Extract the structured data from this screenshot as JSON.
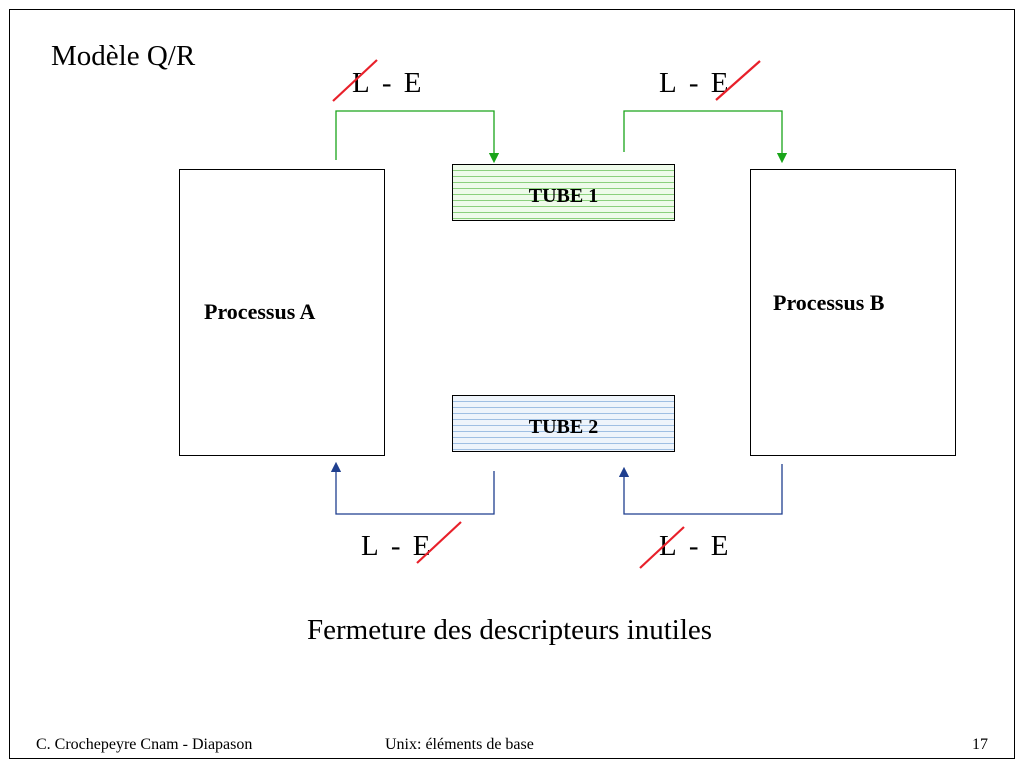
{
  "title": "Modèle Q/R",
  "process_a": "Processus A",
  "process_b": "Processus B",
  "tube1": "TUBE 1",
  "tube2": "TUBE 2",
  "descriptors": {
    "top_left": {
      "read": "L",
      "sep": "-",
      "write": "E",
      "closed": "read"
    },
    "top_right": {
      "read": "L",
      "sep": "-",
      "write": "E",
      "closed": "write"
    },
    "bottom_left": {
      "read": "L",
      "sep": "-",
      "write": "E",
      "closed": "write"
    },
    "bottom_right": {
      "read": "L",
      "sep": "-",
      "write": "E",
      "closed": "read"
    }
  },
  "caption": "Fermeture des descripteurs inutiles",
  "footer": {
    "author": "C. Crochepeyre Cnam - Diapason",
    "course": "Unix: éléments de base",
    "page": "17"
  },
  "colors": {
    "tube1_arrows": "#1aa51a",
    "tube2_arrows": "#1f3f8f",
    "strike": "#e8202a"
  }
}
